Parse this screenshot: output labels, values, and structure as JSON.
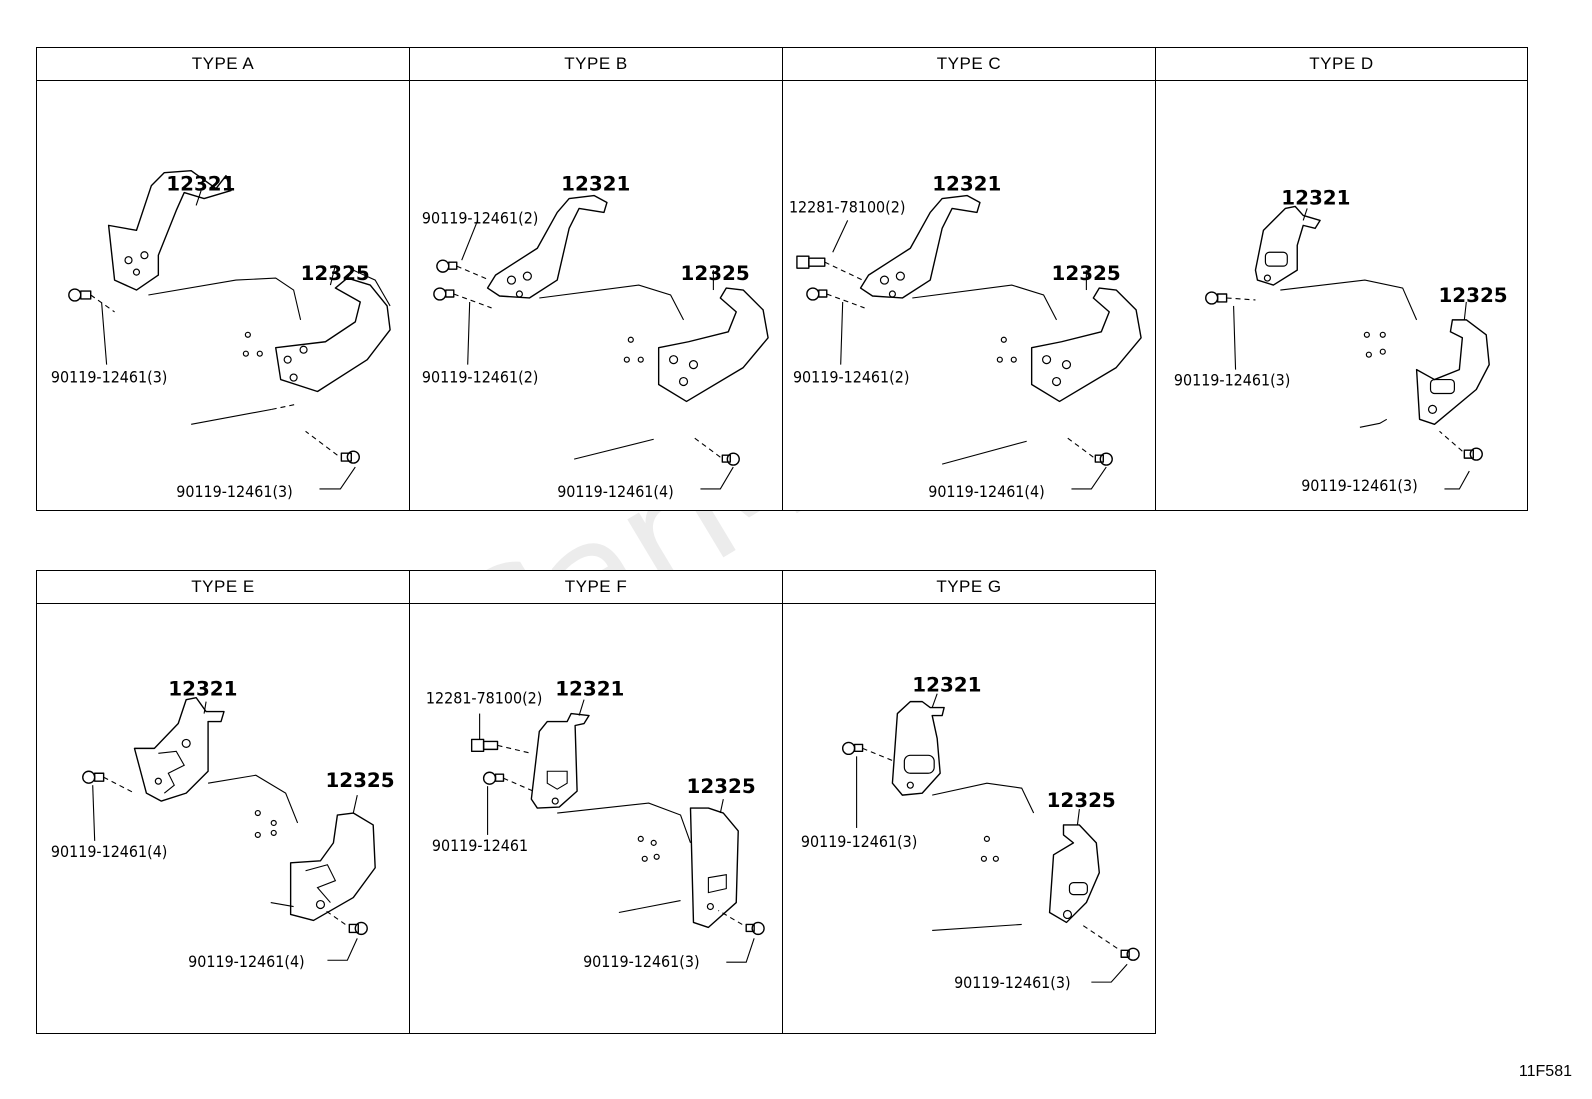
{
  "watermark": "ToyotaCarMnual.ru",
  "diagram_code": "11F581",
  "panels": {
    "A": {
      "title": "TYPE A",
      "upper_bracket": "12321",
      "lower_bracket": "12325",
      "bolt_upper": "90119-12461(3)",
      "bolt_lower": "90119-12461(3)"
    },
    "B": {
      "title": "TYPE B",
      "upper_bracket": "12321",
      "lower_bracket": "12325",
      "bolt_top": "90119-12461(2)",
      "bolt_upper": "90119-12461(2)",
      "bolt_lower": "90119-12461(4)"
    },
    "C": {
      "title": "TYPE C",
      "upper_bracket": "12321",
      "lower_bracket": "12325",
      "bolt_top": "12281-78100(2)",
      "bolt_upper": "90119-12461(2)",
      "bolt_lower": "90119-12461(4)"
    },
    "D": {
      "title": "TYPE D",
      "upper_bracket": "12321",
      "lower_bracket": "12325",
      "bolt_upper": "90119-12461(3)",
      "bolt_lower": "90119-12461(3)"
    },
    "E": {
      "title": "TYPE E",
      "upper_bracket": "12321",
      "lower_bracket": "12325",
      "bolt_upper": "90119-12461(4)",
      "bolt_lower": "90119-12461(4)"
    },
    "F": {
      "title": "TYPE F",
      "upper_bracket": "12321",
      "lower_bracket": "12325",
      "bolt_top": "12281-78100(2)",
      "bolt_upper": "90119-12461",
      "bolt_lower": "90119-12461(3)"
    },
    "G": {
      "title": "TYPE G",
      "upper_bracket": "12321",
      "lower_bracket": "12325",
      "bolt_upper": "90119-12461(3)",
      "bolt_lower": "90119-12461(3)"
    }
  }
}
